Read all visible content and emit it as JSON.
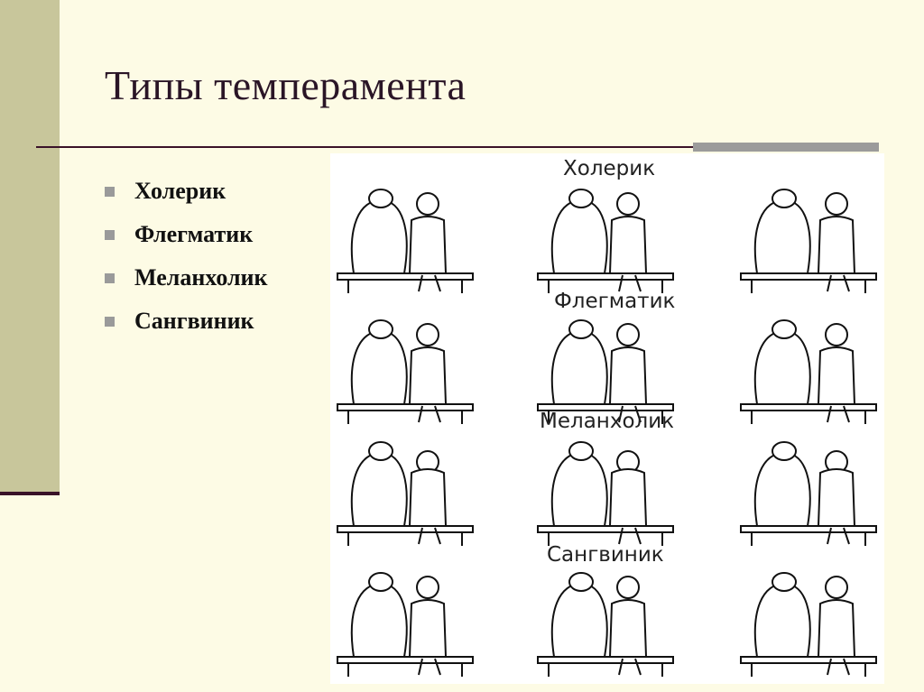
{
  "slide": {
    "title": "Типы темперамента",
    "bullets": [
      "Холерик",
      "Флегматик",
      "Меланхолик",
      "Сангвиник"
    ],
    "figure": {
      "captions": [
        "Холерик",
        "Флегматик",
        "Меланхолик",
        "Сангвиник"
      ]
    }
  },
  "colors": {
    "background": "#fdfbe5",
    "left_band": "#c8c69b",
    "rule": "#3a1228",
    "grey_bar": "#9b9b9b",
    "bullet": "#9a9a9a"
  }
}
